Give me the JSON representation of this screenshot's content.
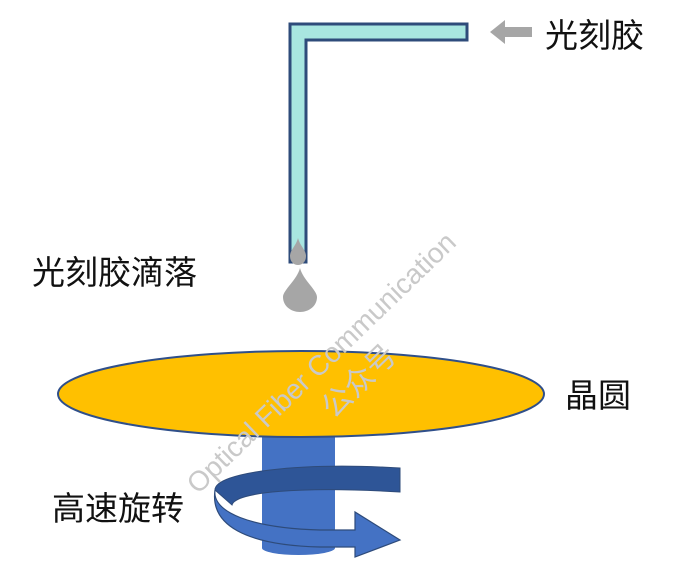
{
  "labels": {
    "photoresist": "光刻胶",
    "photoresist_drop": "光刻胶滴落",
    "wafer": "晶圆",
    "high_speed_rotation": "高速旋转"
  },
  "watermark": {
    "line1": "Optical Fiber Communication",
    "line2": "公众号"
  },
  "colors": {
    "nozzle_fill": "#a8e6e0",
    "nozzle_stroke": "#2e4b7a",
    "drop": "#a6a6a6",
    "arrow": "#a6a6a6",
    "wafer_fill": "#ffc000",
    "wafer_stroke": "#2f4f8a",
    "spindle": "#4472c4",
    "rotation_arrow": "#4472c4"
  }
}
